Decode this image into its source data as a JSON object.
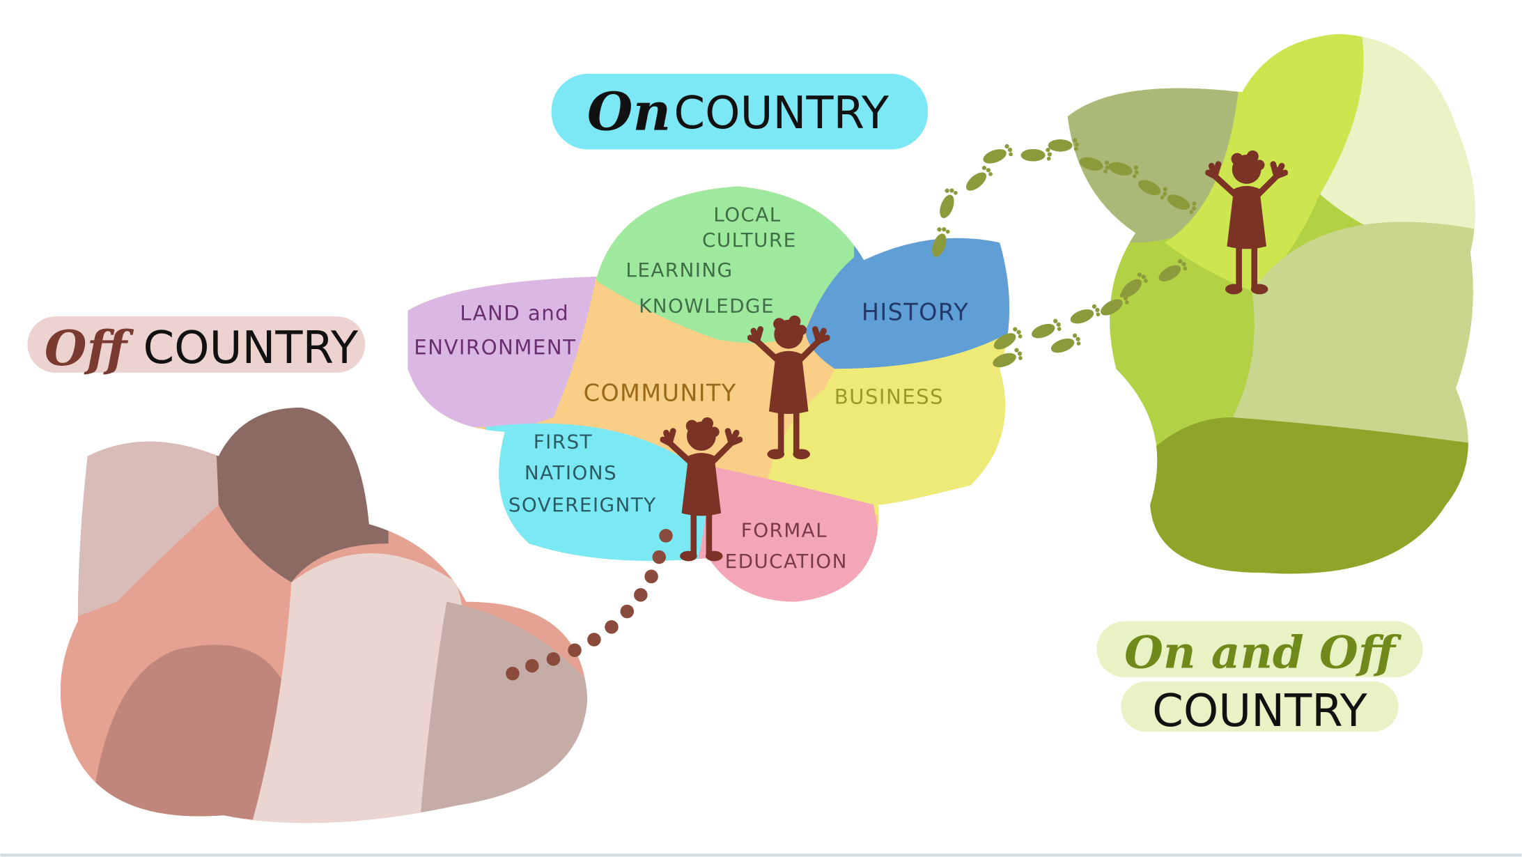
{
  "titles": {
    "on_country_prefix": "On",
    "on_country_main": "COUNTRY",
    "off_country_prefix": "Off",
    "off_country_main": "COUNTRY",
    "on_off_line1": "On and Off",
    "on_off_line2": "COUNTRY"
  },
  "regions": {
    "land_1": "LAND and",
    "land_2": "ENVIRONMENT",
    "local_1": "LOCAL",
    "local_2": "CULTURE",
    "learning": "LEARNING",
    "knowledge": "KNOWLEDGE",
    "history": "HISTORY",
    "community": "COMMUNITY",
    "business": "BUSINESS",
    "first_1": "FIRST",
    "first_2": "NATIONS",
    "first_3": "SOVEREIGNTY",
    "formal_1": "FORMAL",
    "formal_2": "EDUCATION"
  },
  "colors": {
    "figure": "#7b3326",
    "footprints": "#8d9a3c",
    "dots": "#8a4a3c"
  }
}
